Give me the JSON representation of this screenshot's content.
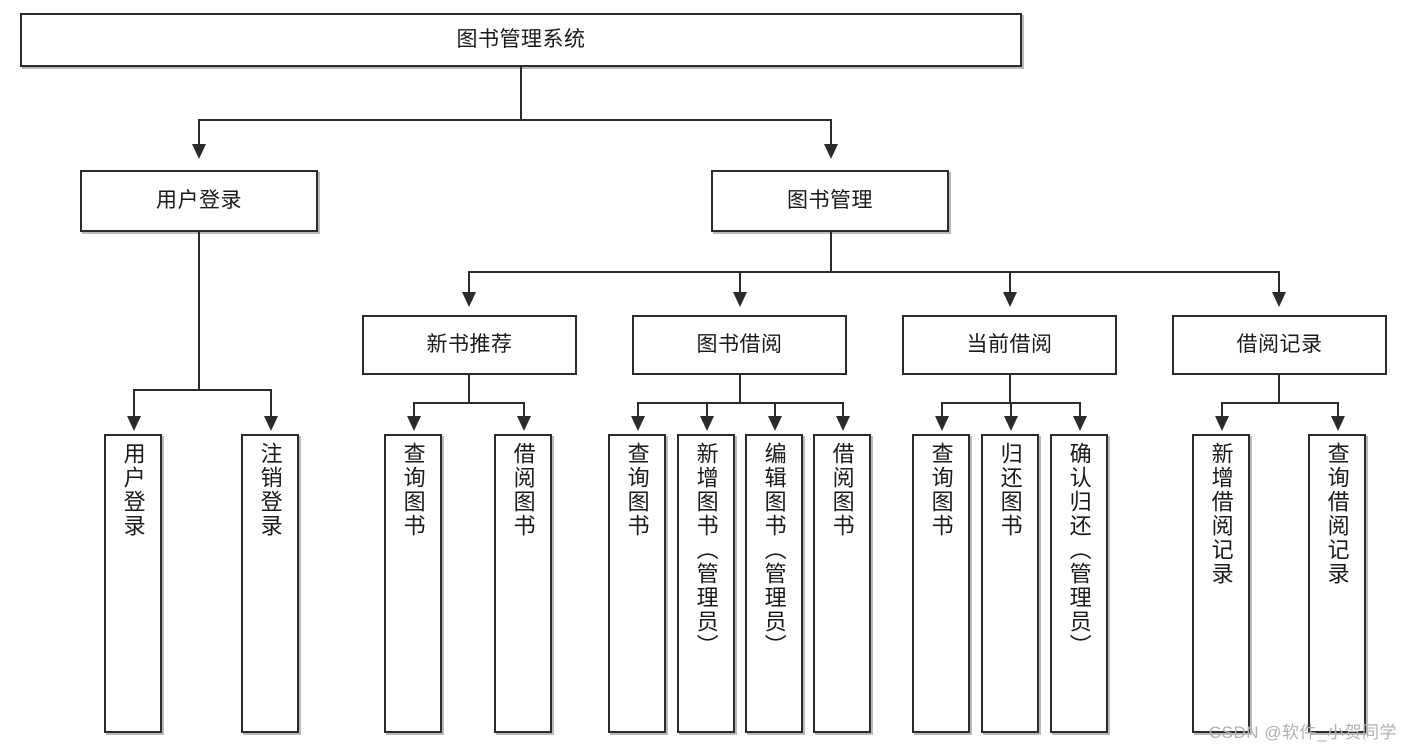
{
  "diagram": {
    "title": "图书管理系统",
    "type": "tree-hierarchy-diagram",
    "watermark": "CSDN @软件_小贺同学",
    "colors": {
      "background": "#ffffff",
      "border": "#2b2b2b",
      "text": "#1a1a1a",
      "watermark": "#b1b1b1"
    },
    "levels": {
      "root": {
        "label": "图书管理系统"
      },
      "level2": [
        {
          "label": "用户登录"
        },
        {
          "label": "图书管理"
        }
      ],
      "level3": [
        {
          "label": "新书推荐"
        },
        {
          "label": "图书借阅"
        },
        {
          "label": "当前借阅"
        },
        {
          "label": "借阅记录"
        }
      ],
      "leaves": {
        "user_login": [
          {
            "label": "用户登录"
          },
          {
            "label": "注销登录"
          }
        ],
        "new_book_recommend": [
          {
            "label": "查询图书"
          },
          {
            "label": "借阅图书"
          }
        ],
        "book_borrow": [
          {
            "label": "查询图书"
          },
          {
            "label": "新增图书（管理员）"
          },
          {
            "label": "编辑图书（管理员）"
          },
          {
            "label": "借阅图书"
          }
        ],
        "current_borrow": [
          {
            "label": "查询图书"
          },
          {
            "label": "归还图书"
          },
          {
            "label": "确认归还（管理员）"
          }
        ],
        "borrow_record": [
          {
            "label": "新增借阅记录"
          },
          {
            "label": "查询借阅记录"
          }
        ]
      }
    }
  }
}
